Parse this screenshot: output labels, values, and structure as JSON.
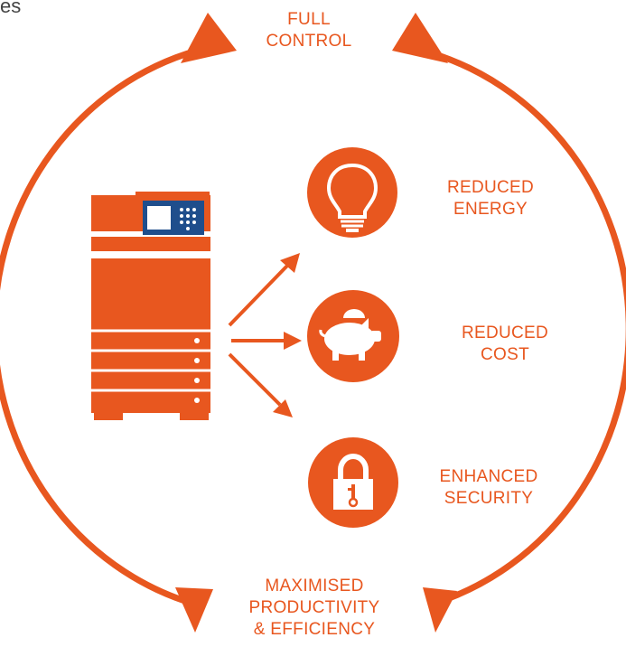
{
  "corner_fragment": "es",
  "labels": {
    "top": [
      "FULL",
      "CONTROL"
    ],
    "bottom": [
      "MAXIMISED",
      "PRODUCTIVITY",
      "& EFFICIENCY"
    ],
    "energy": [
      "REDUCED",
      "ENERGY"
    ],
    "cost": [
      "REDUCED",
      "COST"
    ],
    "security": [
      "ENHANCED",
      "SECURITY"
    ]
  },
  "icons": {
    "benefit_1": "lightbulb-icon",
    "benefit_2": "piggy-bank-icon",
    "benefit_3": "padlock-key-icon",
    "device": "printer-copier-icon"
  },
  "colors": {
    "accent": "#E8571F",
    "panel_blue": "#1F4E8C",
    "white": "#FFFFFF"
  }
}
